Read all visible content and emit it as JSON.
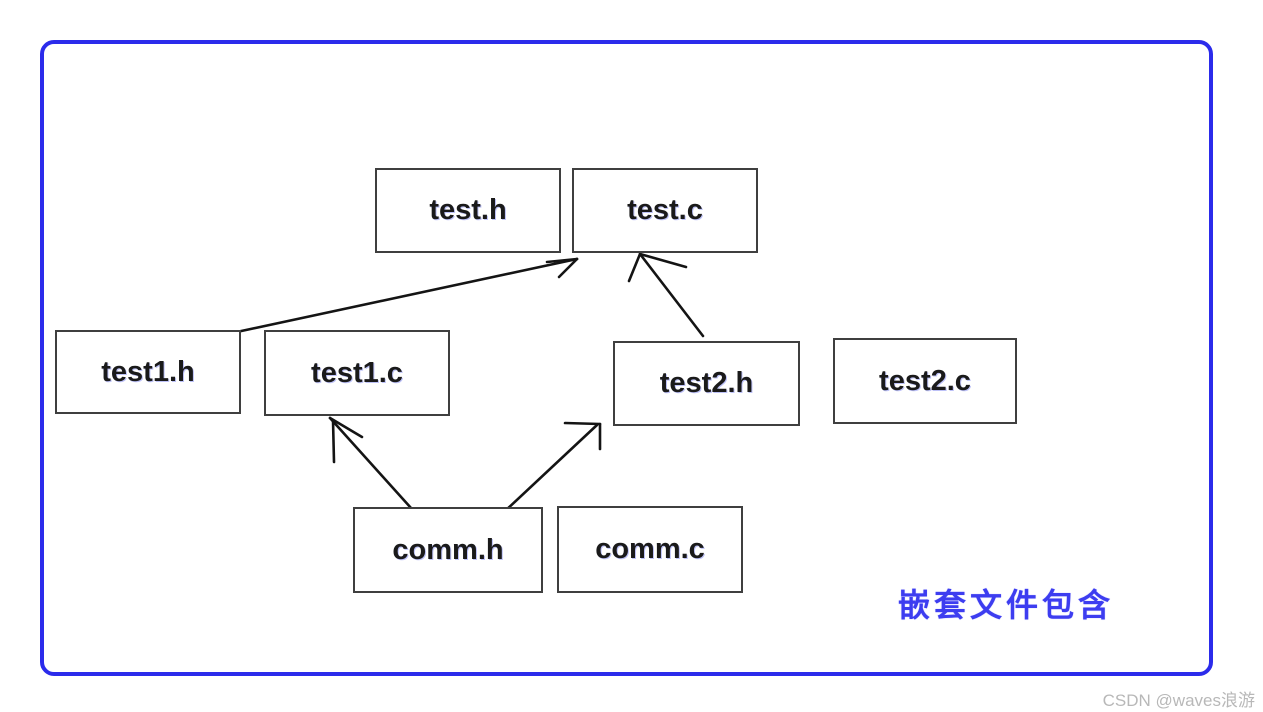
{
  "diagram": {
    "nodes": [
      {
        "id": "test-h",
        "label": "test.h"
      },
      {
        "id": "test-c",
        "label": "test.c"
      },
      {
        "id": "test1-h",
        "label": "test1.h"
      },
      {
        "id": "test1-c",
        "label": "test1.c"
      },
      {
        "id": "test2-h",
        "label": "test2.h"
      },
      {
        "id": "test2-c",
        "label": "test2.c"
      },
      {
        "id": "comm-h",
        "label": "comm.h"
      },
      {
        "id": "comm-c",
        "label": "comm.c"
      }
    ],
    "edges": [
      {
        "from": "test1.h",
        "to": "test.c"
      },
      {
        "from": "test2.h",
        "to": "test.c"
      },
      {
        "from": "comm.h",
        "to": "test1.c"
      },
      {
        "from": "comm.h",
        "to": "test2.h"
      }
    ],
    "caption": "嵌套文件包含"
  },
  "watermark": "CSDN @waves浪游",
  "colors": {
    "frame_border": "#2b2beb",
    "box_border": "#3f3f3f",
    "arrow": "#141414",
    "caption_text": "#3d3df0",
    "watermark_text": "#b8b8b8"
  }
}
